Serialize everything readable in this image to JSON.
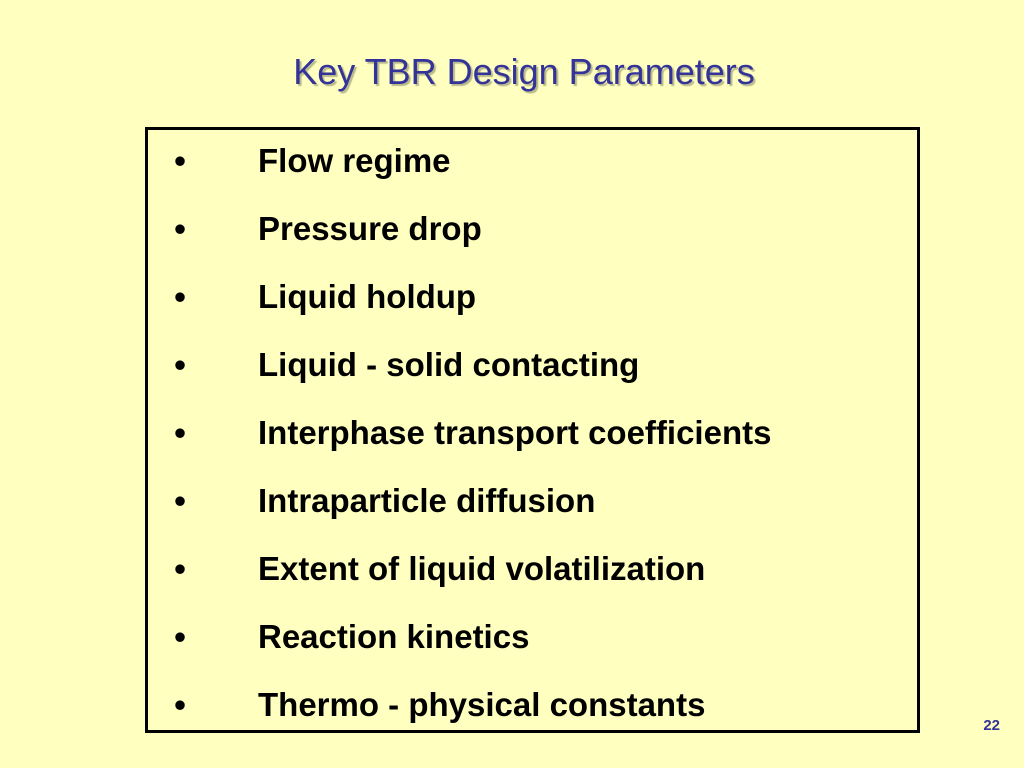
{
  "slide": {
    "title": "Key TBR Design Parameters",
    "bullet_symbol": "•",
    "bullets": [
      "Flow regime",
      "Pressure drop",
      "Liquid holdup",
      "Liquid - solid contacting",
      "Interphase transport coefficients",
      "Intraparticle diffusion",
      "Extent of liquid volatilization",
      "Reaction kinetics",
      "Thermo - physical constants"
    ],
    "page_number": "22"
  },
  "colors": {
    "background": "#ffffc0",
    "title": "#333399",
    "text": "#000000",
    "border": "#000000",
    "page_number": "#333399"
  }
}
